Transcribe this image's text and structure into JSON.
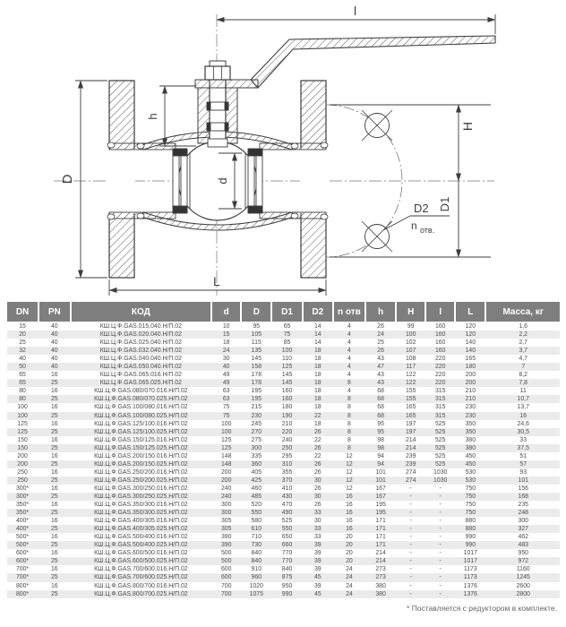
{
  "page": {
    "footnote": "* Поставляется с редуктором в комплекте."
  },
  "drawing": {
    "labels": {
      "lever_length": "l",
      "stem_height": "h",
      "flange_diameter": "D",
      "bore_diameter": "d",
      "face_to_face": "L",
      "height": "H",
      "bolt_circle": "D1",
      "hole_diameter": "D2",
      "holes_n": "n",
      "holes_suffix": "отв."
    }
  },
  "table": {
    "headers": [
      "DN",
      "PN",
      "КОД",
      "d",
      "D",
      "D1",
      "D2",
      "n отв",
      "h",
      "H",
      "l",
      "L",
      "Масса, кг"
    ],
    "rows": [
      [
        "15",
        "40",
        "КШ.Ц.Ф.GAS.015.040.Н/П.02",
        "10",
        "95",
        "65",
        "14",
        "4",
        "26",
        "99",
        "160",
        "120",
        "1,6"
      ],
      [
        "20",
        "40",
        "КШ.Ц.Ф.GAS.020.040.Н/П.02",
        "15",
        "105",
        "75",
        "14",
        "4",
        "24",
        "100",
        "160",
        "120",
        "2,2"
      ],
      [
        "25",
        "40",
        "КШ.Ц.Ф.GAS.025.040.Н/П.02",
        "18",
        "115",
        "85",
        "14",
        "4",
        "25",
        "102",
        "160",
        "140",
        "2,7"
      ],
      [
        "32",
        "40",
        "КШ.Ц.Ф.GAS.032.040.Н/П.02",
        "24",
        "135",
        "100",
        "18",
        "4",
        "26",
        "107",
        "160",
        "140",
        "3,7"
      ],
      [
        "40",
        "40",
        "КШ.Ц.Ф.GAS.040.040.Н/П.02",
        "30",
        "145",
        "110",
        "18",
        "4",
        "43",
        "108",
        "220",
        "165",
        "4,7"
      ],
      [
        "50",
        "40",
        "КШ.Ц.Ф.GAS.050.040.Н/П.02",
        "40",
        "158",
        "125",
        "18",
        "4",
        "47",
        "117",
        "220",
        "180",
        "7"
      ],
      [
        "65",
        "16",
        "КШ.Ц.Ф.GAS.065.016.Н/П.02",
        "49",
        "178",
        "145",
        "18",
        "4",
        "43",
        "122",
        "220",
        "200",
        "8,2"
      ],
      [
        "65",
        "25",
        "КШ.Ц.Ф.GAS.065.025.Н/П.02",
        "49",
        "178",
        "145",
        "18",
        "8",
        "43",
        "122",
        "220",
        "200",
        "7,8"
      ],
      [
        "80",
        "16",
        "КШ.Ц.Ф.GAS.080/070.016.Н/П.02",
        "63",
        "195",
        "160",
        "18",
        "4",
        "68",
        "155",
        "315",
        "210",
        "11"
      ],
      [
        "80",
        "25",
        "КШ.Ц.Ф.GAS.080/070.025.Н/П.02",
        "63",
        "195",
        "160",
        "18",
        "8",
        "68",
        "155",
        "315",
        "210",
        "10,7"
      ],
      [
        "100",
        "16",
        "КШ.Ц.Ф.GAS.100/080.016.Н/П.02",
        "75",
        "215",
        "180",
        "18",
        "8",
        "68",
        "165",
        "315",
        "230",
        "13,7"
      ],
      [
        "100",
        "25",
        "КШ.Ц.Ф.GAS.100/080.025.Н/П.02",
        "75",
        "230",
        "190",
        "22",
        "8",
        "68",
        "165",
        "315",
        "230",
        "16"
      ],
      [
        "125",
        "16",
        "КШ.Ц.Ф.GAS.125/100.016.Н/П.02",
        "100",
        "245",
        "210",
        "18",
        "8",
        "95",
        "197",
        "525",
        "350",
        "24,6"
      ],
      [
        "125",
        "25",
        "КШ.Ц.Ф.GAS.125/100.025.Н/П.02",
        "100",
        "270",
        "220",
        "26",
        "8",
        "95",
        "197",
        "525",
        "350",
        "30,5"
      ],
      [
        "150",
        "16",
        "КШ.Ц.Ф.GAS.150/125.016.Н/П.02",
        "125",
        "275",
        "240",
        "22",
        "8",
        "98",
        "214",
        "525",
        "380",
        "33"
      ],
      [
        "150",
        "25",
        "КШ.Ц.Ф.GAS.150/125.025.Н/П.02",
        "125",
        "300",
        "250",
        "26",
        "8",
        "98",
        "214",
        "525",
        "380",
        "37,5"
      ],
      [
        "200",
        "16",
        "КШ.Ц.Ф.GAS.200/150.016.Н/П.02",
        "148",
        "335",
        "295",
        "22",
        "12",
        "94",
        "239",
        "525",
        "450",
        "51"
      ],
      [
        "200",
        "25",
        "КШ.Ц.Ф.GAS.200/150.025.Н/П.02",
        "148",
        "360",
        "310",
        "26",
        "12",
        "94",
        "239",
        "525",
        "450",
        "57"
      ],
      [
        "250",
        "16",
        "КШ.Ц.Ф.GAS.250/200.016.Н/П.02",
        "200",
        "405",
        "355",
        "26",
        "12",
        "101",
        "274",
        "1030",
        "530",
        "93"
      ],
      [
        "250",
        "25",
        "КШ.Ц.Ф.GAS.250/200.025.Н/П.02",
        "200",
        "425",
        "370",
        "30",
        "12",
        "101",
        "274",
        "1030",
        "530",
        "101"
      ],
      [
        "300*",
        "16",
        "КШ.Ц.Ф.GAS.300/250.016.Н/П.02",
        "240",
        "460",
        "410",
        "26",
        "12",
        "167",
        "-",
        "-",
        "750",
        "156"
      ],
      [
        "300*",
        "25",
        "КШ.Ц.Ф.GAS.300/250.025.Н/П.02",
        "240",
        "485",
        "430",
        "30",
        "16",
        "167",
        "-",
        "-",
        "750",
        "168"
      ],
      [
        "350*",
        "16",
        "КШ.Ц.Ф.GAS.350/300.016.Н/П.02",
        "300",
        "520",
        "470",
        "26",
        "16",
        "195",
        "-",
        "-",
        "750",
        "235"
      ],
      [
        "350*",
        "25",
        "КШ.Ц.Ф.GAS.350/300.025.Н/П.02",
        "300",
        "550",
        "490",
        "33",
        "16",
        "195",
        "-",
        "-",
        "750",
        "248"
      ],
      [
        "400*",
        "16",
        "КШ.Ц.Ф.GAS.400/305.016.Н/П.02",
        "305",
        "580",
        "525",
        "30",
        "16",
        "171",
        "-",
        "-",
        "880",
        "300"
      ],
      [
        "400*",
        "25",
        "КШ.Ц.Ф.GAS.400/305.025.Н/П.02",
        "305",
        "610",
        "550",
        "33",
        "16",
        "171",
        "-",
        "-",
        "880",
        "327"
      ],
      [
        "500*",
        "16",
        "КШ.Ц.Ф.GAS.500/400.016.Н/П.02",
        "390",
        "710",
        "650",
        "33",
        "20",
        "171",
        "-",
        "-",
        "990",
        "462"
      ],
      [
        "500*",
        "25",
        "КШ.Ц.Ф.GAS.500/400.025.Н/П.02",
        "390",
        "730",
        "660",
        "39",
        "20",
        "171",
        "-",
        "-",
        "990",
        "483"
      ],
      [
        "600*",
        "16",
        "КШ.Ц.Ф.GAS.600/500.016.Н/П.02",
        "500",
        "840",
        "770",
        "39",
        "20",
        "214",
        "-",
        "-",
        "1017",
        "950"
      ],
      [
        "600*",
        "25",
        "КШ.Ц.Ф.GAS.600/500.025.Н/П.02",
        "500",
        "840",
        "770",
        "39",
        "20",
        "214",
        "-",
        "-",
        "1017",
        "972"
      ],
      [
        "700*",
        "16",
        "КШ.Ц.Ф.GAS.700/600.016.Н/П.02",
        "600",
        "910",
        "840",
        "39",
        "24",
        "273",
        "-",
        "-",
        "1173",
        "1160"
      ],
      [
        "700*",
        "25",
        "КШ.Ц.Ф.GAS.700/600.025.Н/П.02",
        "600",
        "960",
        "875",
        "45",
        "24",
        "273",
        "-",
        "-",
        "1173",
        "1245"
      ],
      [
        "800*",
        "16",
        "КШ.Ц.Ф.GAS.800/700.016.Н/П.02",
        "700",
        "1020",
        "950",
        "39",
        "24",
        "380",
        "-",
        "-",
        "1376",
        "2600"
      ],
      [
        "800*",
        "25",
        "КШ.Ц.Ф.GAS.800/700.025.Н/П.02",
        "700",
        "1075",
        "990",
        "45",
        "24",
        "380",
        "-",
        "-",
        "1376",
        "2800"
      ]
    ]
  }
}
